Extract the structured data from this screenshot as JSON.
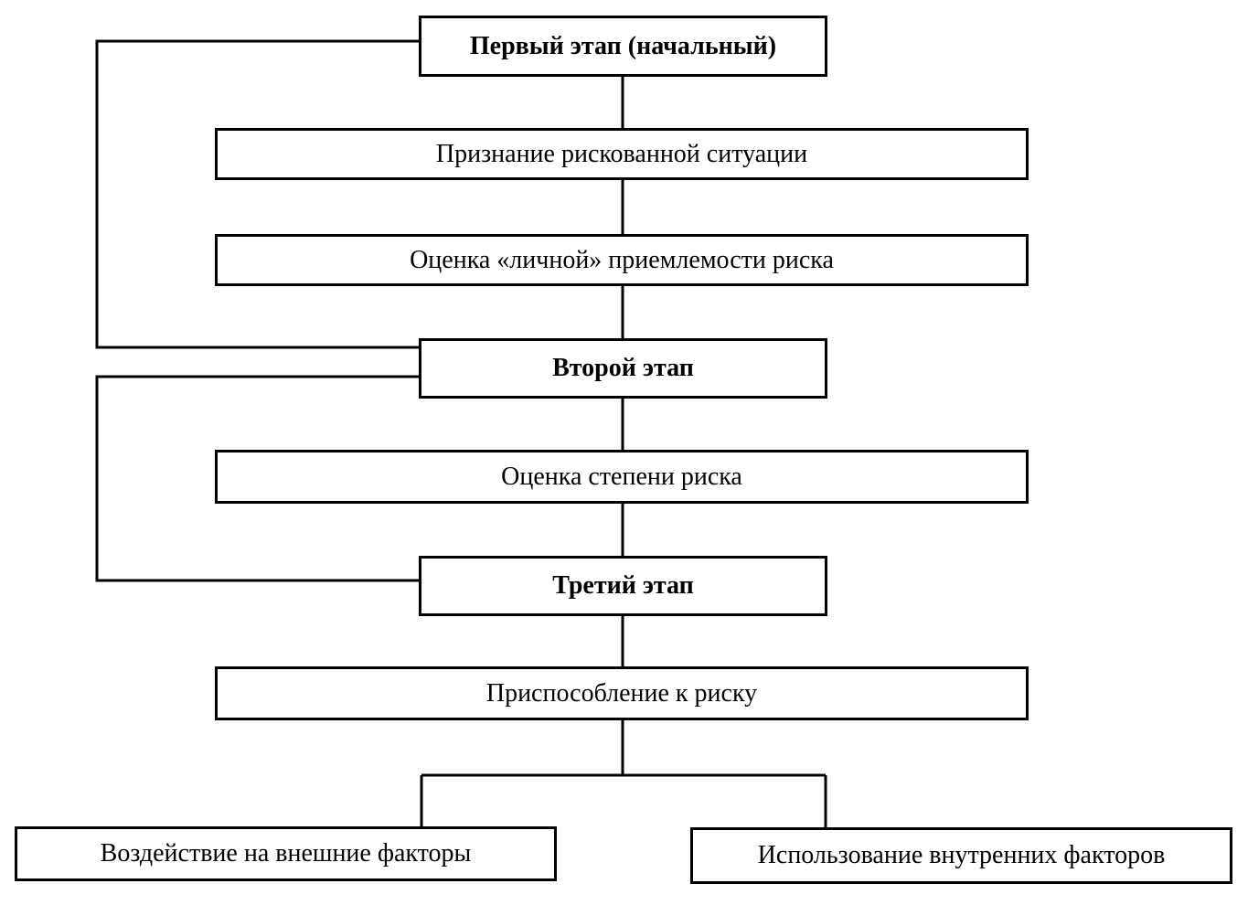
{
  "diagram": {
    "stage1": "Первый этап (начальный)",
    "recognition": "Признание рискованной ситуации",
    "personal_acceptability": "Оценка «личной» приемлемости риска",
    "stage2": "Второй этап",
    "degree_assessment": "Оценка степени риска",
    "stage3": "Третий этап",
    "adaptation": "Приспособление к риску",
    "external_factors": "Воздействие на внешние факторы",
    "internal_factors": "Использование внутренних факторов"
  }
}
